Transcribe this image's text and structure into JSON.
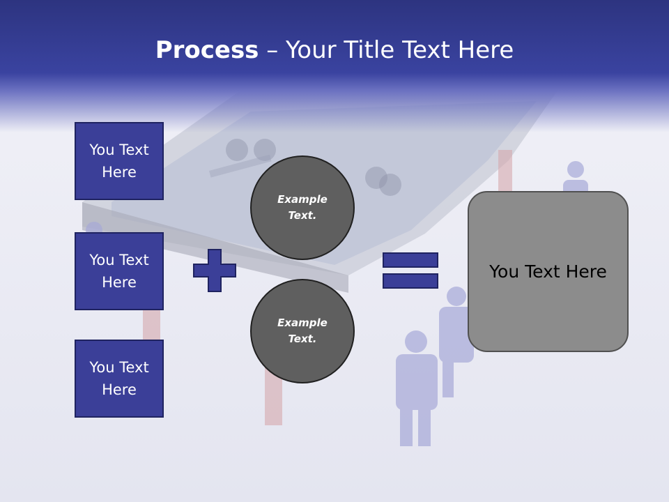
{
  "title": {
    "bold": "Process",
    "rest": " – Your Title Text Here"
  },
  "left_boxes": [
    {
      "text": "You Text Here"
    },
    {
      "text": "You Text Here"
    },
    {
      "text": "You Text Here"
    }
  ],
  "circles": [
    {
      "text": "Example Text."
    },
    {
      "text": "Example Text."
    }
  ],
  "result_box": {
    "text": "You Text Here"
  },
  "operators": {
    "plus": "plus-icon",
    "equals": "equals-icon"
  },
  "colors": {
    "header": "#3a43a0",
    "box_fill": "#3b3f98",
    "circle_fill": "#5f5f5f",
    "result_fill": "#8c8c8c"
  }
}
